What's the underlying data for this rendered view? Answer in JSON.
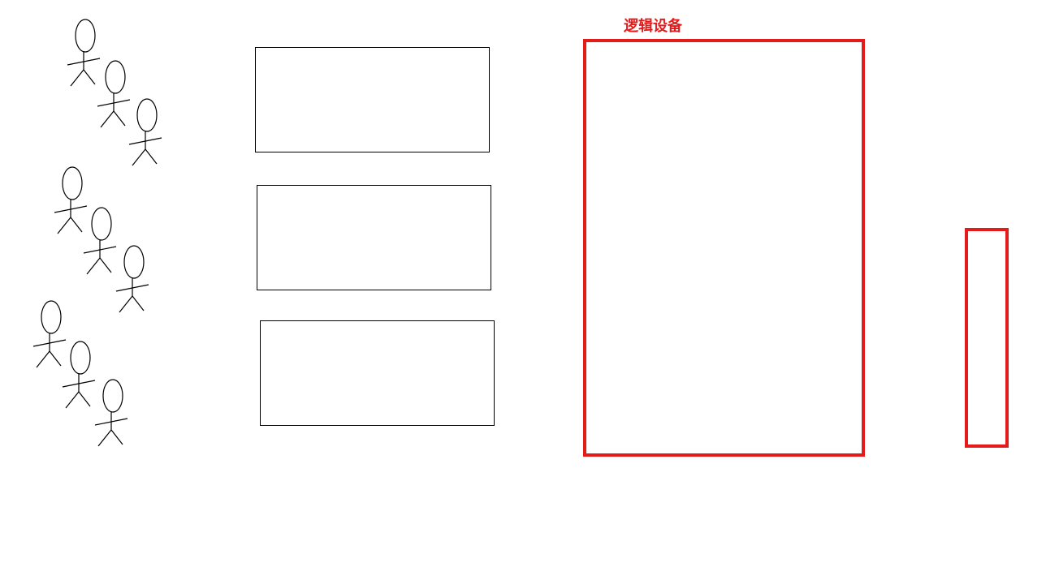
{
  "diagram": {
    "logical_device_label": "逻辑设备",
    "colors": {
      "accent": "#e31b1b",
      "stroke": "#000000",
      "background": "#ffffff"
    },
    "user_groups": [
      {
        "icon": "person-icon",
        "count": 3
      },
      {
        "icon": "person-icon",
        "count": 3
      },
      {
        "icon": "person-icon",
        "count": 3
      }
    ],
    "components": [
      {
        "name": "component-box-1",
        "label": ""
      },
      {
        "name": "component-box-2",
        "label": ""
      },
      {
        "name": "component-box-3",
        "label": ""
      }
    ],
    "logical_device": {
      "label_key": "logical_device_label"
    },
    "side_device": {
      "label": ""
    }
  }
}
